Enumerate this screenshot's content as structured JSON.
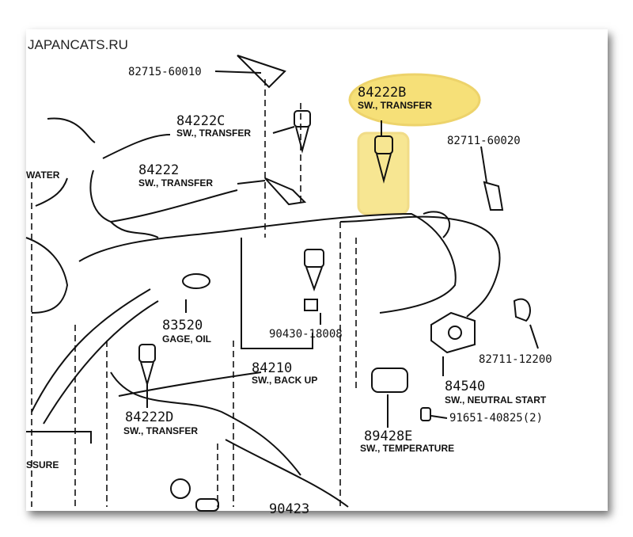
{
  "watermark": "JAPANCATS.RU",
  "highlight_color": "#f3d64b",
  "parts": [
    {
      "number": "82715-60010",
      "name": ""
    },
    {
      "number": "84222C",
      "name": "SW., TRANSFER"
    },
    {
      "number": "84222",
      "name": "SW., TRANSFER"
    },
    {
      "number": "84222B",
      "name": "SW., TRANSFER"
    },
    {
      "number": "82711-60020",
      "name": ""
    },
    {
      "number": "83520",
      "name": "GAGE, OIL"
    },
    {
      "number": "90430-18008",
      "name": ""
    },
    {
      "number": "84210",
      "name": "SW., BACK UP"
    },
    {
      "number": "84222D",
      "name": "SW., TRANSFER"
    },
    {
      "number": "82711-12200",
      "name": ""
    },
    {
      "number": "84540",
      "name": "SW., NEUTRAL START"
    },
    {
      "number": "91651-40825(2)",
      "name": ""
    },
    {
      "number": "89428E",
      "name": "SW., TEMPERATURE"
    },
    {
      "number": "90423",
      "name": ""
    }
  ],
  "fragments": {
    "water": "WATER",
    "pressure": "SSURE"
  }
}
